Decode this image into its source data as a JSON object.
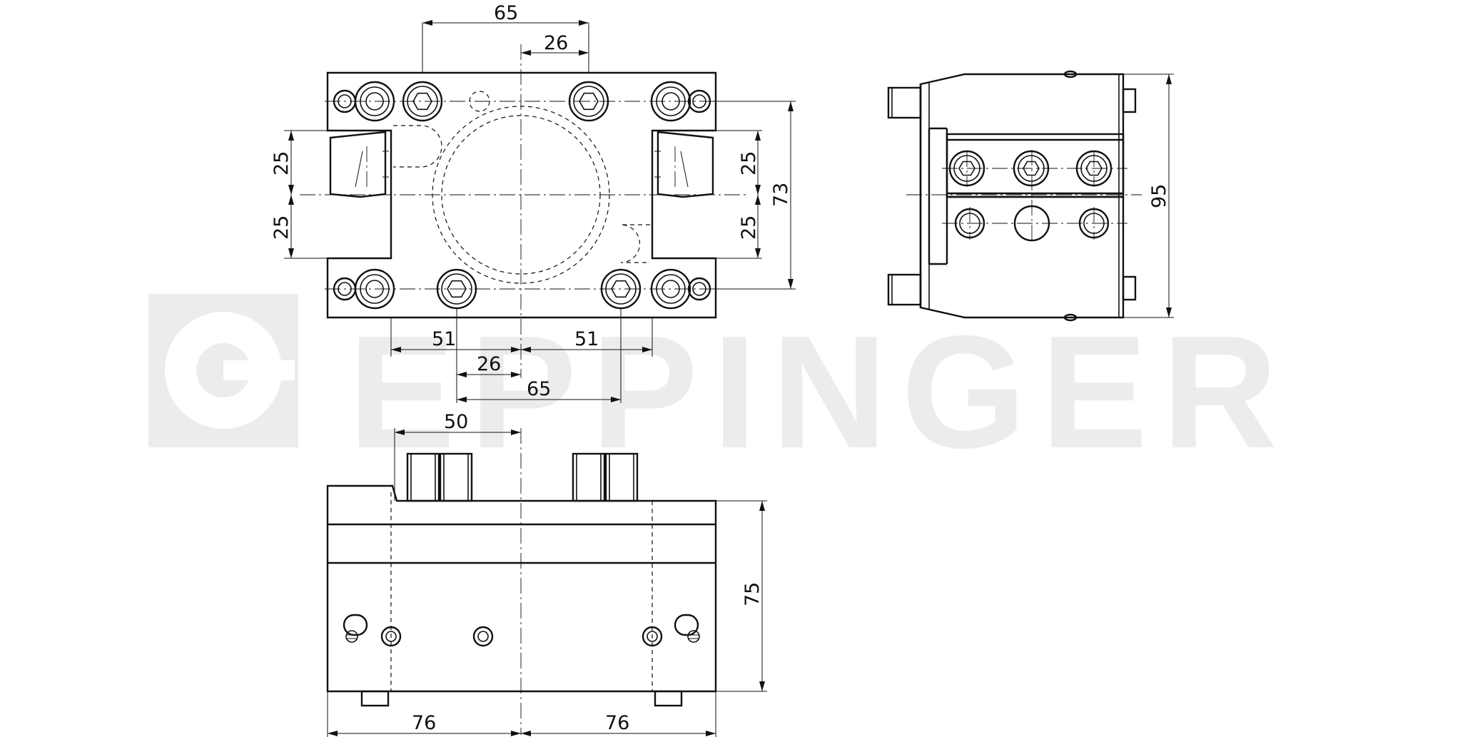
{
  "watermark": {
    "brand": "EPPINGER"
  },
  "top_view": {
    "dim_65_top": "65",
    "dim_26_top": "26",
    "dim_25_left_upper": "25",
    "dim_25_left_lower": "25",
    "dim_25_right_upper": "25",
    "dim_25_right_lower": "25",
    "dim_73": "73",
    "dim_51_left": "51",
    "dim_51_right": "51",
    "dim_26_bottom": "26",
    "dim_65_bottom": "65"
  },
  "side_view": {
    "dim_95": "95"
  },
  "front_view": {
    "dim_50": "50",
    "dim_75": "75",
    "dim_76_left": "76",
    "dim_76_right": "76"
  },
  "colors": {
    "line": "#111111",
    "watermark": "#ececec",
    "background": "#ffffff"
  }
}
